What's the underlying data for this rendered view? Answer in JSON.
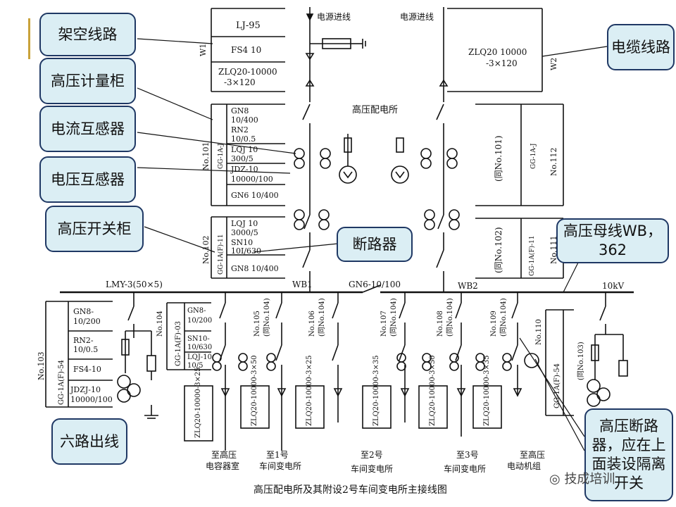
{
  "callouts": {
    "overhead_line": "架空线路",
    "hv_meter_cabinet": "高压计量柜",
    "current_transformer": "电流互感器",
    "voltage_transformer": "电压互感器",
    "hv_switch_cabinet": "高压开关柜",
    "circuit_breaker": "断路器",
    "cable_line": "电缆线路",
    "hv_busbar": "高压母线WB，362",
    "six_outgoing": "六路出线",
    "hv_breaker_note": "高压断路器，应在上面装设隔离开关"
  },
  "labels": {
    "incoming_overhead": "电源进线",
    "incoming_cable": "电源进线",
    "substation": "高压配电所",
    "w1": "W1",
    "w2": "W2",
    "lj95": "LJ-95",
    "fs4_top": "FS4  10",
    "zlq_left_1": "ZLQ20-10000",
    "zlq_left_2": "-3×120",
    "zlq_right_1": "ZLQ20  10000",
    "zlq_right_2": "-3×120",
    "meter_cab": [
      "GN8",
      "10/400",
      "RN2",
      "10/0.5",
      "LQJ  10",
      "300/5",
      "JDZ-10",
      "10000/100",
      "GN6  10/400"
    ],
    "no101": "No.101",
    "gg1a_1": "GG-1A-J",
    "switch_cab": [
      "LQJ  10",
      "3000/5",
      "SN10",
      "10I/630",
      "GN8  10/400"
    ],
    "no102": "No.102",
    "gg1a_2": "GG-1A(F)-11",
    "same101": "(同No.101)",
    "gg1a_3": "GG-1A-J",
    "no112": "No.112",
    "same102": "(同No.102)",
    "gg1a_4": "GG-1A(F)-11",
    "no111": "No.111",
    "lmy": "LMY-3(50×5)",
    "wb1": "WB1",
    "gn6_tie": "GN6-10/100",
    "wb2": "WB2",
    "kv10": "10kV",
    "left_cab": [
      "GN8-",
      "10/200",
      "RN2-",
      "10/0.5",
      "FS4-10",
      "JDZJ-10",
      "10000/100"
    ],
    "no103": "No.103",
    "gg54_left": "GG-1A(F)-54",
    "no104": "No.104",
    "out_cab": [
      "GN8-",
      "10/200",
      "SN10-",
      "10/630",
      "LQJ-10",
      "10/5"
    ],
    "gg03": "GG-1A(F)-03",
    "feeders": [
      {
        "no": "No.105",
        "same": "(同No.104)",
        "cable": "ZLQ20-10000-3×25"
      },
      {
        "no": "No.106",
        "same": "(同No.104)",
        "cable": "ZLQ20-10000-3×50"
      },
      {
        "no": "No.107",
        "same": "(同No.104)",
        "cable": "ZLQ20-10000-3×35"
      },
      {
        "no": "No.108",
        "same": "(同No.104)",
        "cable": "ZLQ20-10000-3×35"
      },
      {
        "no": "No.109",
        "same": "(同No.104)",
        "cable": "ZLQ20-10000-3×50"
      }
    ],
    "feeder_first_cable": "ZLQ20-10000-3×25",
    "no110": "No.110",
    "gg54_right": "GG-1A(F)-54",
    "same103": "(同No.103)",
    "dest": [
      {
        "l1": "至高压",
        "l2": "电容器室"
      },
      {
        "l1": "至1号",
        "l2": "车间变电所"
      },
      {
        "l1": "至2号",
        "l2": "车间变电所"
      },
      {
        "l1": "至3号",
        "l2": "车间变电所"
      },
      {
        "l1": "至高压",
        "l2": "电动机组"
      }
    ],
    "caption": "高压配电所及其附设2号车间变电所主接线图"
  },
  "watermark": "技成培训",
  "colors": {
    "callout_fill": "#dbeef4",
    "callout_border": "#1f3864",
    "accent": "#c9a23a"
  }
}
